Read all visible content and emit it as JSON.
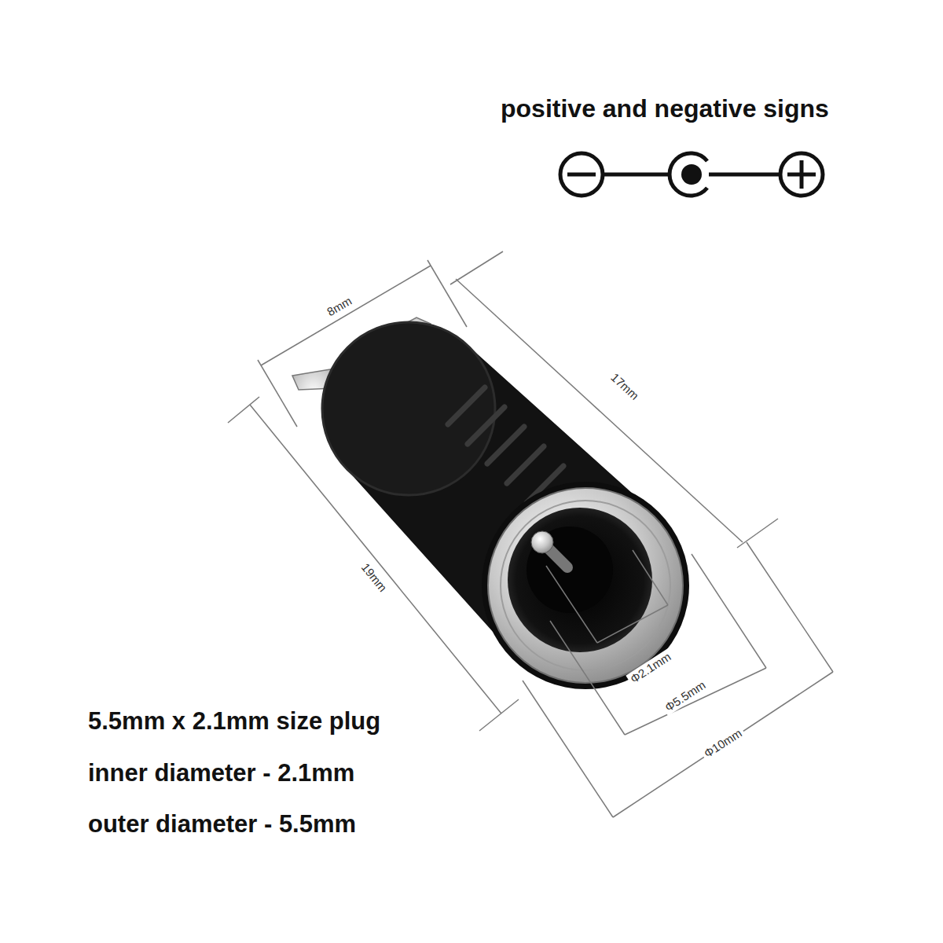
{
  "diagram": {
    "title": "positive and negative signs",
    "labels": [
      "8mm",
      "17mm",
      "19mm",
      "Φ2.1mm",
      "Φ5.5mm",
      "Φ10mm",
      "5.5mm x 2.1mm size plug",
      "inner diameter - 2.1mm",
      "outer diameter - 5.5mm"
    ]
  }
}
